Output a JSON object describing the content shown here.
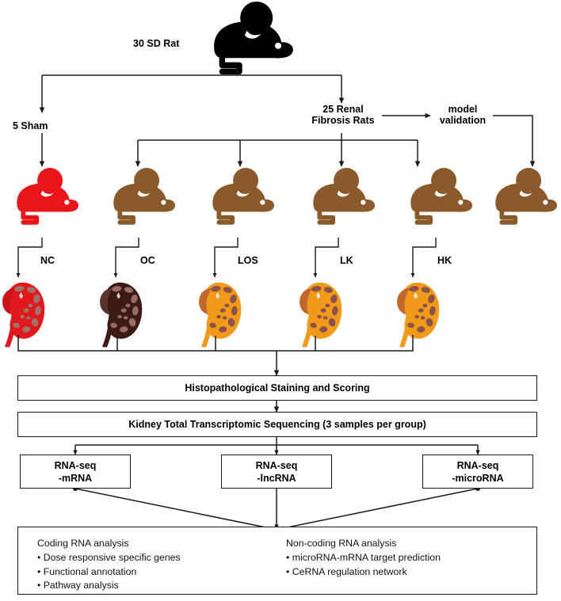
{
  "diagram": {
    "title_nodes": {
      "source_rat": "30 SD Rat",
      "sham": "5 Sham",
      "fibrosis": "25 Renal\nFibrosis Rats",
      "model_validation": "model\nvalidation"
    },
    "group_labels": [
      "NC",
      "OC",
      "LOS",
      "LK",
      "HK"
    ],
    "animals": [
      {
        "label": "NC",
        "rat_color": "#e8161a",
        "kidney_color": "#e1191c",
        "kidney_detail": "#a0726a"
      },
      {
        "label": "OC",
        "rat_color": "#8a5a2b",
        "kidney_color": "#3a1c14",
        "kidney_detail": "#9a6a64"
      },
      {
        "label": "LOS",
        "rat_color": "#8a5a2b",
        "kidney_color": "#f0991b",
        "kidney_detail": "#8b5347"
      },
      {
        "label": "LK",
        "rat_color": "#8a5a2b",
        "kidney_color": "#f0991b",
        "kidney_detail": "#8b5347"
      },
      {
        "label": "HK",
        "rat_color": "#8a5a2b",
        "kidney_color": "#f0991b",
        "kidney_detail": "#8b5347"
      },
      {
        "label": "validation",
        "rat_color": "#8a5a2b",
        "kidney_color": "",
        "kidney_detail": ""
      }
    ],
    "process_boxes": [
      {
        "id": "histopathology",
        "text": "Histopathological Staining and Scoring"
      },
      {
        "id": "sequencing",
        "text": "Kidney Total Transcriptomic Sequencing (3 samples per group)"
      }
    ],
    "rnaseq_boxes": [
      {
        "id": "mrna",
        "line1": "RNA-seq",
        "line2": "-mRNA"
      },
      {
        "id": "lncrna",
        "line1": "RNA-seq",
        "line2": "-lncRNA"
      },
      {
        "id": "microrna",
        "line1": "RNA-seq",
        "line2": "-microRNA"
      }
    ],
    "analysis": {
      "coding": {
        "header": "Coding RNA analysis",
        "items": [
          "Dose responsive specific genes",
          "Functional annotation",
          "Pathway analysis"
        ]
      },
      "noncoding": {
        "header": "Non-coding RNA analysis",
        "items": [
          "microRNA-mRNA target prediction",
          "CeRNA regulation network"
        ]
      }
    },
    "colors": {
      "line": "#1a1a1a",
      "source_rat": "#000000",
      "sham_rat": "#e8161a",
      "model_rat": "#8a5a2b"
    }
  }
}
